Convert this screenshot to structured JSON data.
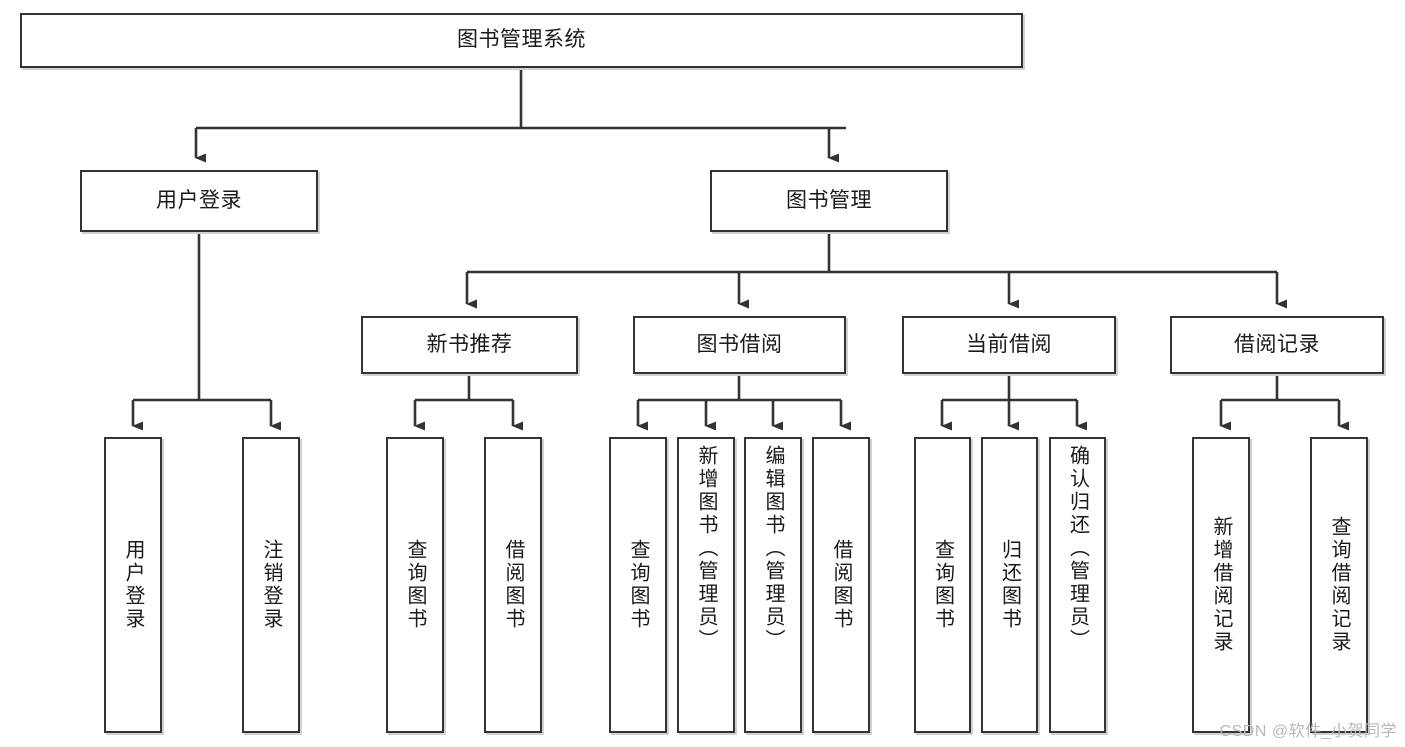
{
  "diagram": {
    "type": "tree-hierarchy",
    "title": "图书管理系统",
    "root": {
      "id": "root",
      "label": "图书管理系统",
      "level": 0
    },
    "level1": [
      {
        "id": "user-login",
        "label": "用户登录"
      },
      {
        "id": "book-manage",
        "label": "图书管理"
      }
    ],
    "level2": [
      {
        "id": "new-book-rec",
        "label": "新书推荐",
        "parent": "book-manage"
      },
      {
        "id": "book-borrow",
        "label": "图书借阅",
        "parent": "book-manage"
      },
      {
        "id": "current-borrow",
        "label": "当前借阅",
        "parent": "book-manage"
      },
      {
        "id": "borrow-record",
        "label": "借阅记录",
        "parent": "book-manage"
      }
    ],
    "leaves": {
      "user_login": [
        {
          "id": "leaf-user-login",
          "label": "用户登录"
        },
        {
          "id": "leaf-user-logout",
          "label": "注销登录"
        }
      ],
      "new_book_rec": [
        {
          "id": "leaf-query-book-1",
          "label": "查询图书"
        },
        {
          "id": "leaf-borrow-book-1",
          "label": "借阅图书"
        }
      ],
      "book_borrow": [
        {
          "id": "leaf-query-book-2",
          "label": "查询图书"
        },
        {
          "id": "leaf-add-book",
          "label": "新增图书（管理员）"
        },
        {
          "id": "leaf-edit-book",
          "label": "编辑图书（管理员）"
        },
        {
          "id": "leaf-borrow-book-2",
          "label": "借阅图书"
        }
      ],
      "current_borrow": [
        {
          "id": "leaf-query-book-3",
          "label": "查询图书"
        },
        {
          "id": "leaf-return-book",
          "label": "归还图书"
        },
        {
          "id": "leaf-confirm-return",
          "label": "确认归还（管理员）"
        }
      ],
      "borrow_record": [
        {
          "id": "leaf-add-record",
          "label": "新增借阅记录"
        },
        {
          "id": "leaf-query-record",
          "label": "查询借阅记录"
        }
      ]
    }
  },
  "watermark": {
    "text": "CSDN @软件_小贺同学"
  },
  "colors": {
    "background": "#ffffff",
    "border": "#333333",
    "text": "#1a1a1a",
    "watermark": "#b8b8b8"
  }
}
